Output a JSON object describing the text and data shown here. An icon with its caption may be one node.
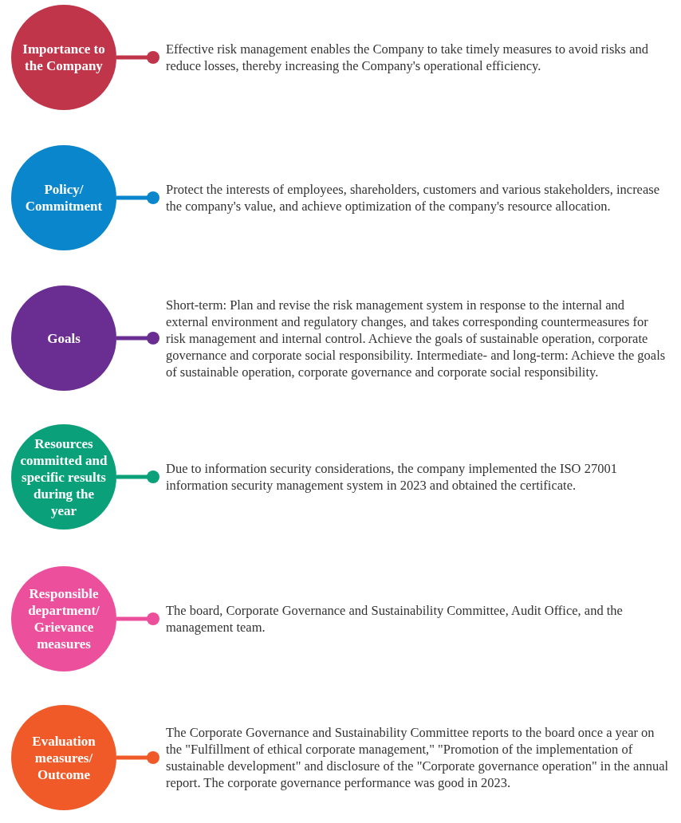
{
  "diagram": {
    "nodes": [
      {
        "text": [
          "Importance to the Company"
        ]
      },
      {
        "text": [
          "Effective risk management enables the Company to take timely measures to avoid risks and reduce losses, thereby increasing the Company's operational efficiency."
        ]
      },
      {
        "text": [
          "Policy/ Commitment"
        ]
      },
      {
        "text": [
          "Protect the interests of employees, shareholders, customers and various stakeholders, increase the company's value, and achieve optimization of the company's resource allocation."
        ]
      },
      {
        "text": [
          "Goals"
        ]
      },
      {
        "text": [
          "Short-term: Plan and revise the risk management system in response to the internal and external environment and regulatory changes, and takes corresponding countermeasures for risk management and internal control. Achieve the goals of sustainable operation, corporate governance and corporate social responsibility. Intermediate- and long-term: Achieve the goals of sustainable operation, corporate governance and corporate social responsibility."
        ]
      },
      {
        "text": [
          "Resources committed and specific results during the year"
        ]
      },
      {
        "text": [
          "Due to information security considerations, the company implemented the ISO 27001 information security management system in 2023 and obtained the certificate."
        ]
      },
      {
        "text": [
          "Responsible department/ Grievance measures"
        ]
      },
      {
        "text": [
          "The board, Corporate Governance and Sustainability Committee, Audit Office, and the management team."
        ]
      },
      {
        "text": [
          "Evaluation measures/ Outcome"
        ]
      },
      {
        "text": [
          "The Corporate Governance and Sustainability Committee reports to the board once a year on the \"Fulfillment of ethical corporate management,\" \"Promotion of the implementation of sustainable development\" and disclosure of the \"Corporate governance operation\" in the annual report. The corporate governance performance was good in 2023."
        ]
      }
    ],
    "edges": [
      {
        "from": 0,
        "to": 1,
        "arrow": "other",
        "color": "#c0354a"
      },
      {
        "from": 2,
        "to": 3,
        "arrow": "other",
        "color": "#0a86cc"
      },
      {
        "from": 4,
        "to": 5,
        "arrow": "other",
        "color": "#6a2d91"
      },
      {
        "from": 6,
        "to": 7,
        "arrow": "other",
        "color": "#0aa07a"
      },
      {
        "from": 8,
        "to": 9,
        "arrow": "other",
        "color": "#ec4f9b"
      },
      {
        "from": 10,
        "to": 11,
        "arrow": "other",
        "color": "#ef5a28"
      }
    ]
  }
}
